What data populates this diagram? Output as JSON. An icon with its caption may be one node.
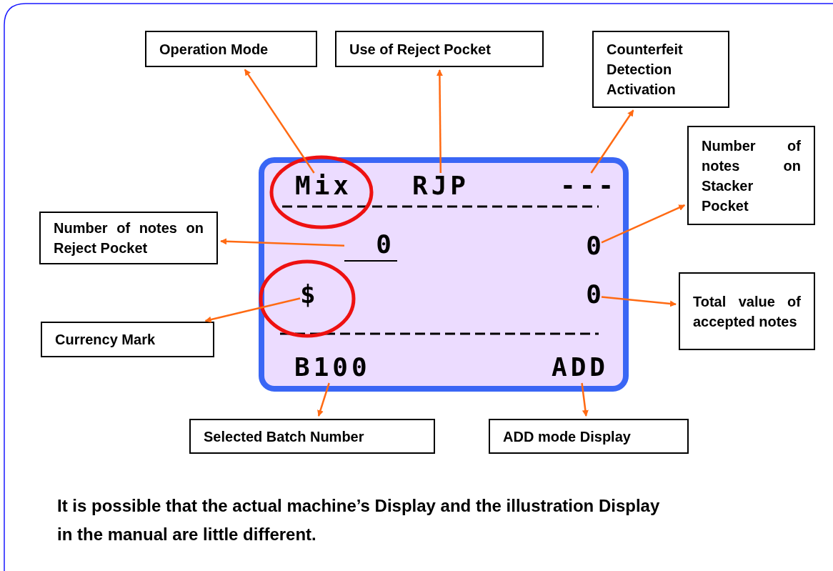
{
  "diagram": {
    "caption": "It is possible that the actual machine’s Display and the illustration Display in the manual are little different.",
    "nodes": [
      {
        "text": [],
        "shape": "box"
      },
      {
        "text": [
          "Mix"
        ],
        "in": 0
      },
      {
        "text": [
          "RJP"
        ],
        "in": 0
      },
      {
        "text": [
          "---"
        ],
        "in": 0
      },
      {
        "text": [
          "0"
        ],
        "in": 0
      },
      {
        "text": [
          "0"
        ],
        "in": 0
      },
      {
        "text": [
          "$"
        ],
        "in": 0
      },
      {
        "text": [
          "0"
        ],
        "in": 0
      },
      {
        "text": [
          "B100"
        ],
        "in": 0
      },
      {
        "text": [
          "ADD"
        ],
        "in": 0
      },
      {
        "text": [
          "Operation Mode"
        ]
      },
      {
        "text": [
          "Use of Reject Pocket"
        ]
      },
      {
        "text": [
          "Counterfeit Detection Activation"
        ]
      },
      {
        "text": [
          "Number of notes on Stacker Pocket"
        ]
      },
      {
        "text": [
          "Number of notes on Reject Pocket"
        ]
      },
      {
        "text": [
          "Currency Mark"
        ]
      },
      {
        "text": [
          "Total value of accepted notes"
        ]
      },
      {
        "text": [
          "Selected Batch Number"
        ]
      },
      {
        "text": [
          "ADD mode Display"
        ]
      }
    ],
    "edges": [
      {
        "from": 1,
        "to": 10,
        "arrow": "to"
      },
      {
        "from": 2,
        "to": 11,
        "arrow": "to"
      },
      {
        "from": 3,
        "to": 12,
        "arrow": "to"
      },
      {
        "from": 5,
        "to": 13,
        "arrow": "to"
      },
      {
        "from": 4,
        "to": 14,
        "arrow": "to"
      },
      {
        "from": 6,
        "to": 15,
        "arrow": "to"
      },
      {
        "from": 7,
        "to": 16,
        "arrow": "to"
      },
      {
        "from": 8,
        "to": 17,
        "arrow": "to"
      },
      {
        "from": 9,
        "to": 18,
        "arrow": "to"
      }
    ]
  }
}
